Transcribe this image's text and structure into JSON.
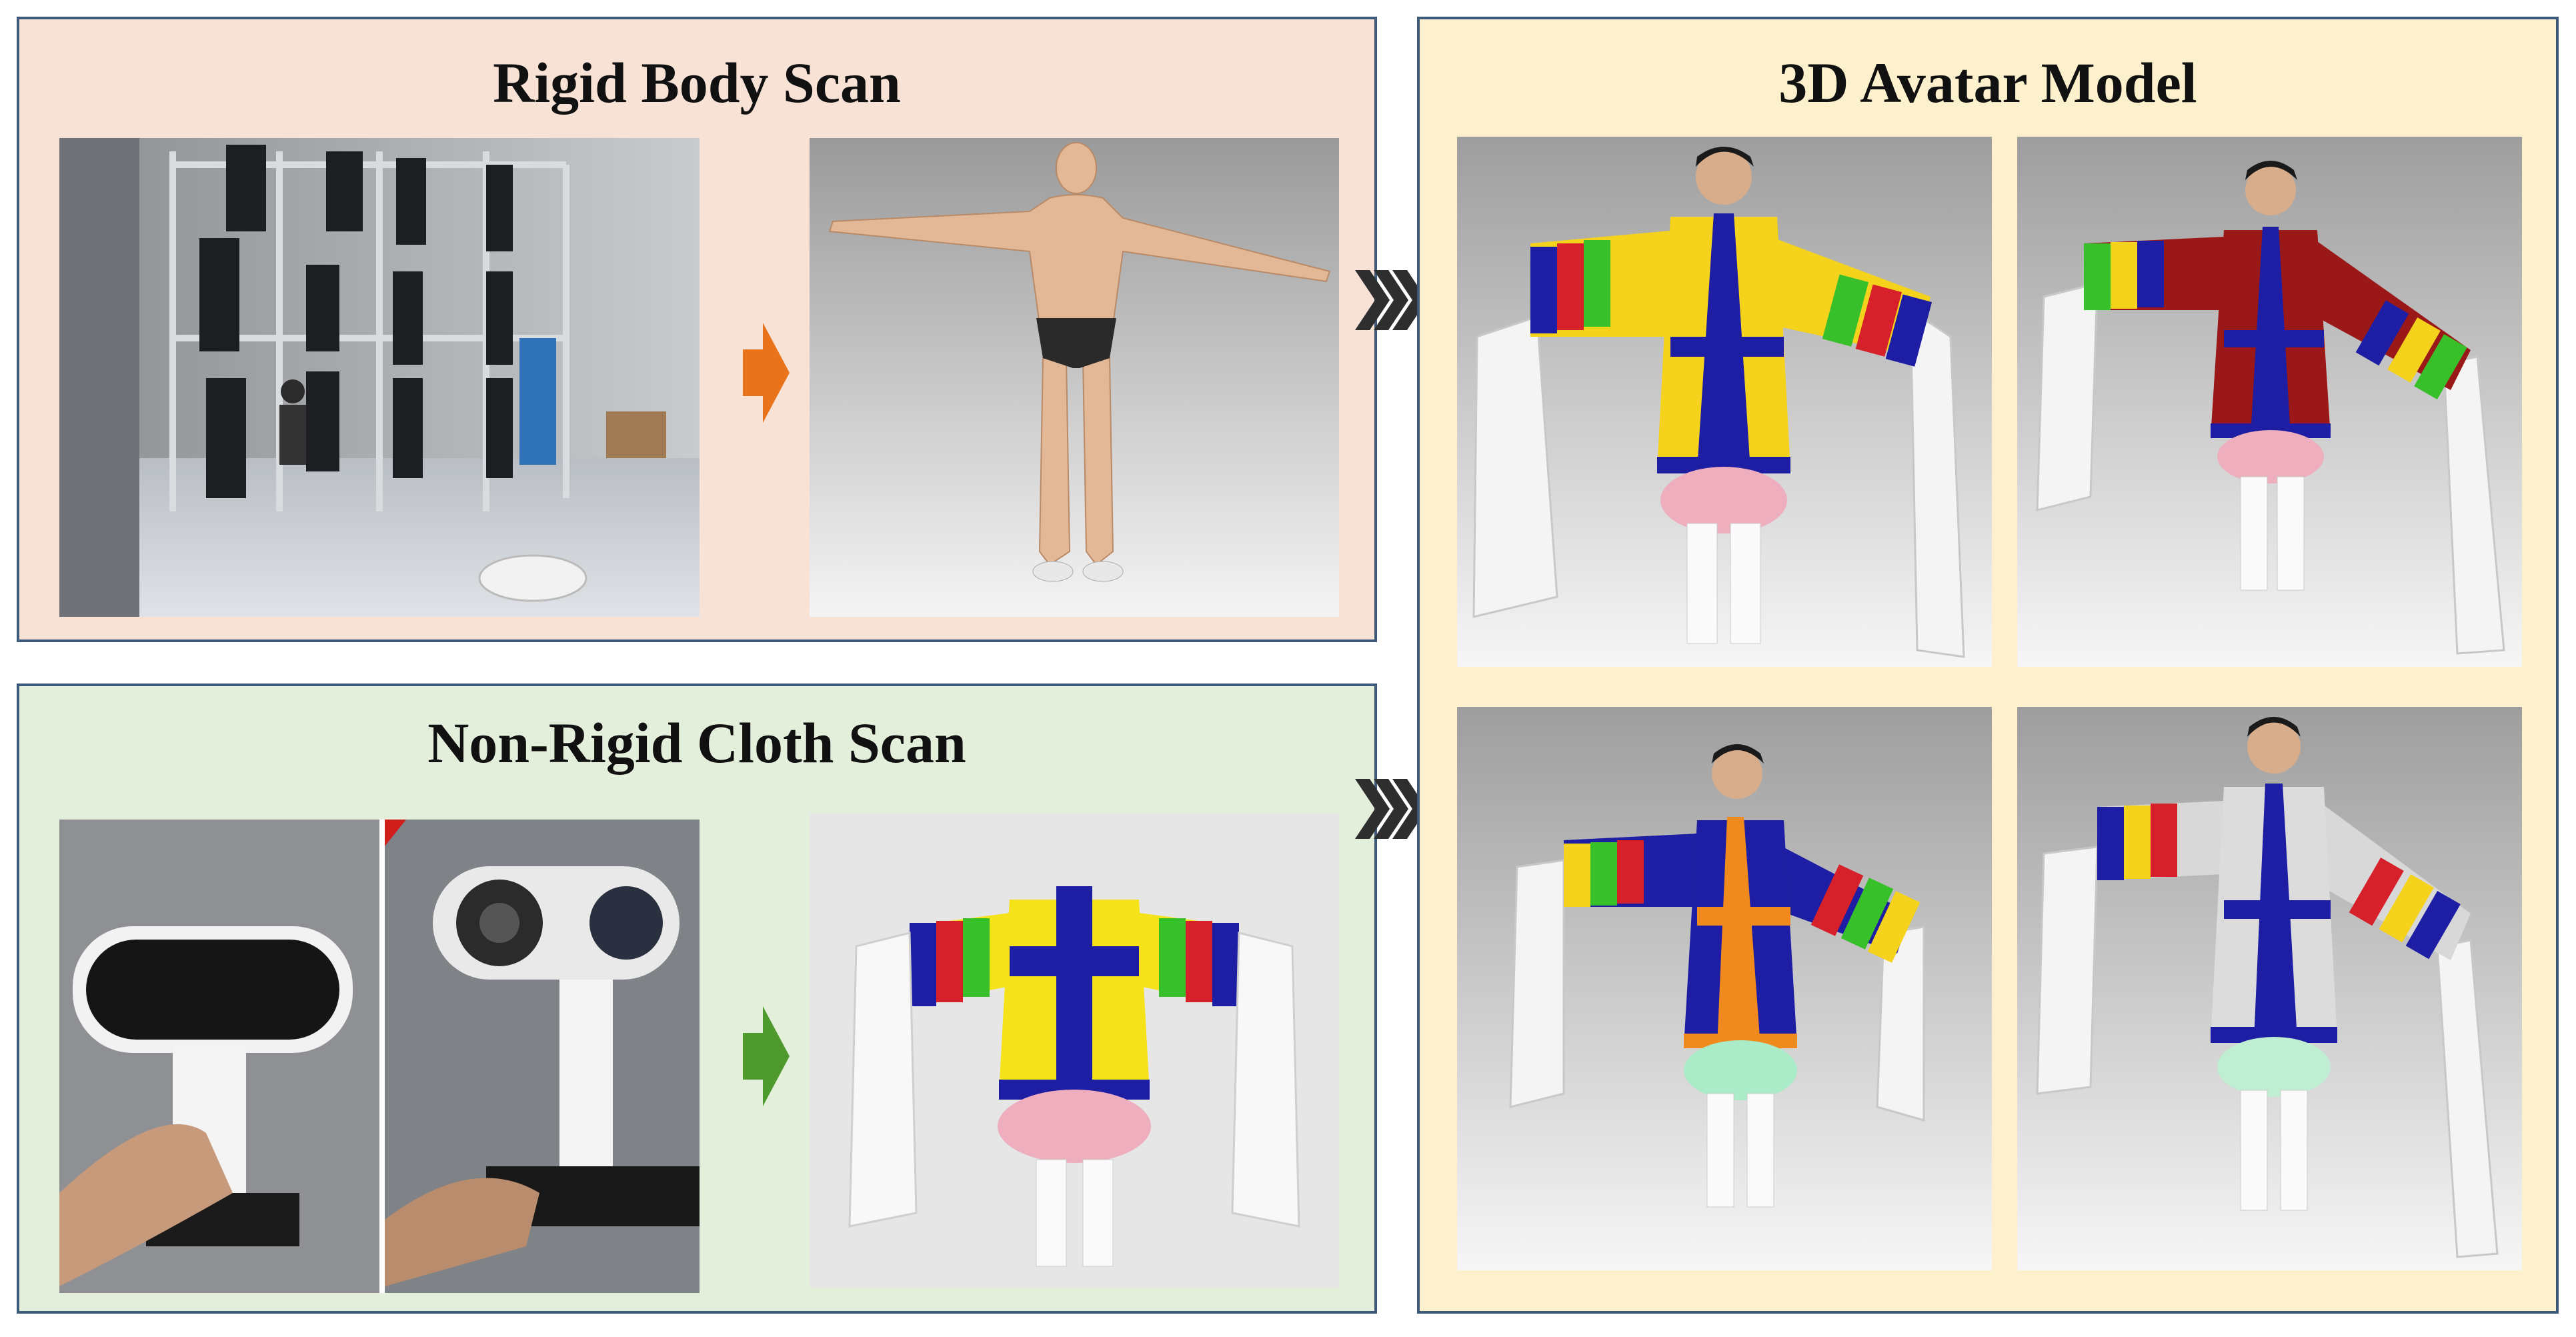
{
  "panels": {
    "rigid_body_scan": {
      "title": "Rigid Body Scan"
    },
    "non_rigid_cloth_scan": {
      "title": "Non-Rigid Cloth Scan"
    },
    "avatar_model": {
      "title": "3D Avatar Model"
    }
  },
  "colors": {
    "rigid_bg": "#f8e2d6",
    "cloth_bg": "#e3eedb",
    "avatar_bg": "#fdf0cc",
    "border": "#3d5a7a",
    "orange_arrow": "#e8731a",
    "green_arrow": "#4f9a2c"
  },
  "images": [
    {
      "id": "scan-studio-photo",
      "description_icon": "camera-rig-photo"
    },
    {
      "id": "body-scan-model",
      "description_icon": "body-model"
    },
    {
      "id": "handheld-scanner-photo",
      "description_icon": "handheld-scanner"
    },
    {
      "id": "hanbok-cloth-model",
      "description_icon": "garment-model"
    },
    {
      "id": "avatar-yellow",
      "description_icon": "avatar"
    },
    {
      "id": "avatar-red",
      "description_icon": "avatar"
    },
    {
      "id": "avatar-blue",
      "description_icon": "avatar"
    },
    {
      "id": "avatar-silver",
      "description_icon": "avatar"
    }
  ]
}
